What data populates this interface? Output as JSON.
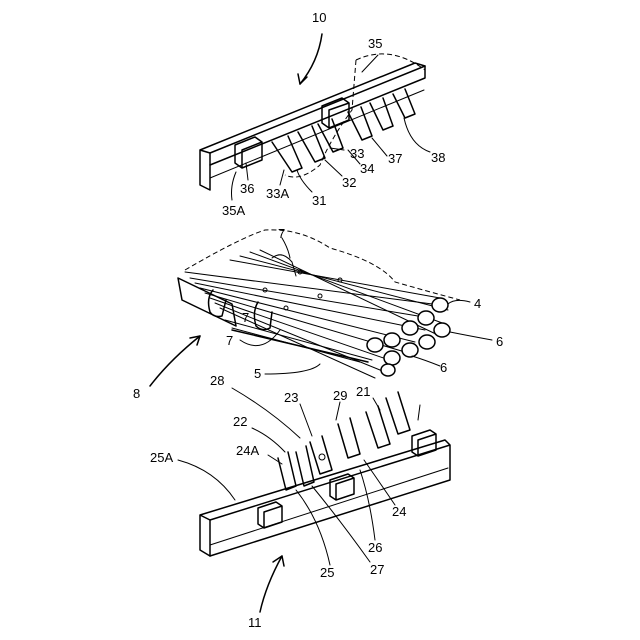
{
  "reference_numerals": {
    "n10": "10",
    "n35": "35",
    "n36": "36",
    "n33A": "33A",
    "n31": "31",
    "n33": "33",
    "n34": "34",
    "n32": "32",
    "n37": "37",
    "n38": "38",
    "n35A": "35A",
    "n7a": "7",
    "n7b": "7",
    "n7c": "7",
    "n4": "4",
    "n6a": "6",
    "n6b": "6",
    "n5": "5",
    "n8": "8",
    "n28": "28",
    "n23": "23",
    "n29": "29",
    "n21": "21",
    "n22": "22",
    "n24A": "24A",
    "n25A": "25A",
    "n24": "24",
    "n26": "26",
    "n25": "25",
    "n27": "27",
    "n11": "11"
  },
  "colors": {
    "line": "#000000",
    "background": "#ffffff"
  }
}
